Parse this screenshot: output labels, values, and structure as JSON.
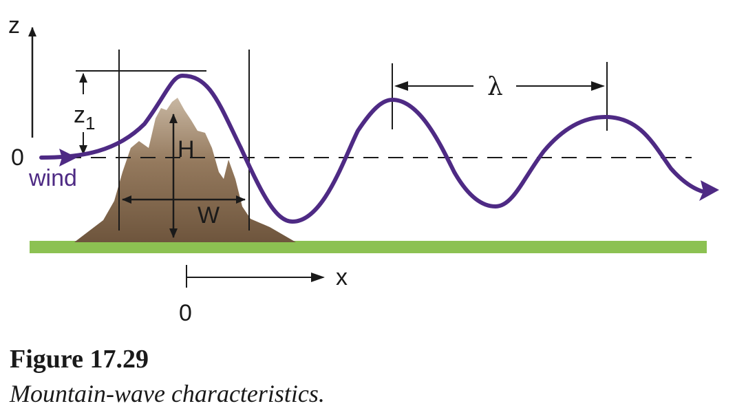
{
  "diagram": {
    "labels": {
      "z_axis": "z",
      "zero_left": "0",
      "wind": "wind",
      "z1_main": "z",
      "z1_sub": "1",
      "height": "H",
      "width": "W",
      "wavelength": "λ",
      "x_axis": "x",
      "zero_bottom": "0"
    },
    "colors": {
      "wave": "#4e2a84",
      "mountain": "#8a7158",
      "ground": "#8cc152",
      "lines": "#1a1a1a"
    }
  },
  "caption": {
    "title": "Figure 17.29",
    "text": "Mountain-wave characteristics."
  }
}
